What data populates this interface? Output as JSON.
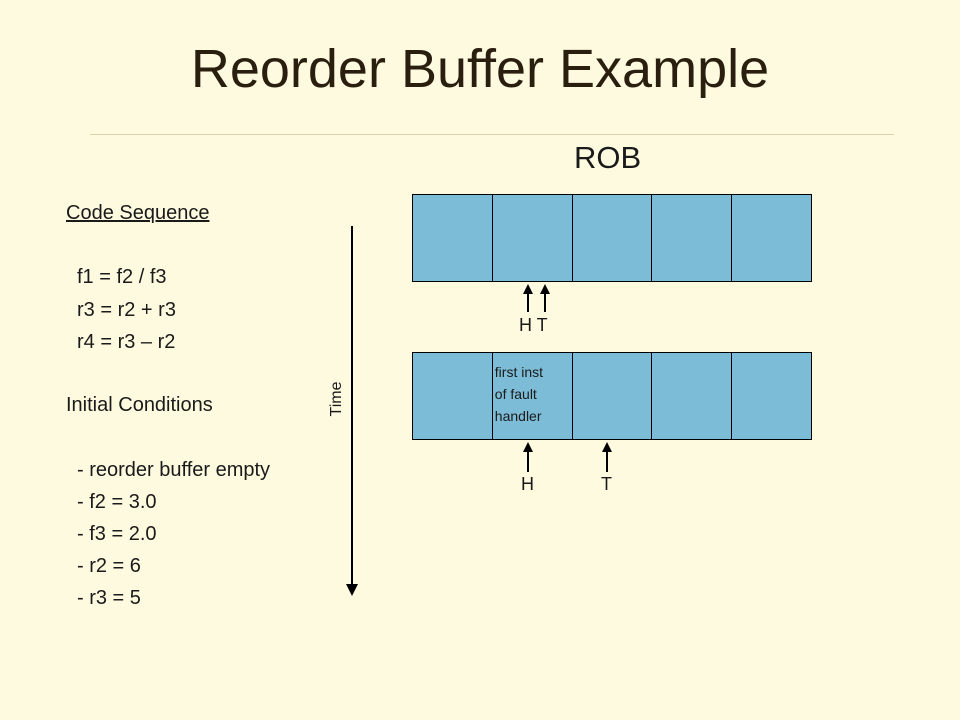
{
  "slide": {
    "title": "Reorder Buffer Example",
    "rob_label": "ROB",
    "code_heading": "Code Sequence",
    "code_lines": [
      "f1 = f2 / f3",
      "r3 = r2 + r3",
      "r4 = r3 – r2"
    ],
    "conditions_heading": "Initial Conditions",
    "conditions": [
      "- reorder buffer empty",
      "- f2 = 3.0",
      "- f3 = 2.0",
      "- r2 = 6",
      "- r3 = 5"
    ],
    "time_label": "Time"
  },
  "rob_top": {
    "cells": [
      "",
      "",
      "",
      "",
      ""
    ],
    "pointer_label": "H T"
  },
  "rob_bottom": {
    "cells": [
      "",
      "first inst\nof fault\nhandler",
      "",
      "",
      ""
    ],
    "head_label": "H",
    "tail_label": "T"
  },
  "colors": {
    "background": "#fdfae0",
    "cell": "#7dbcd6",
    "title": "#2a1f0f"
  }
}
